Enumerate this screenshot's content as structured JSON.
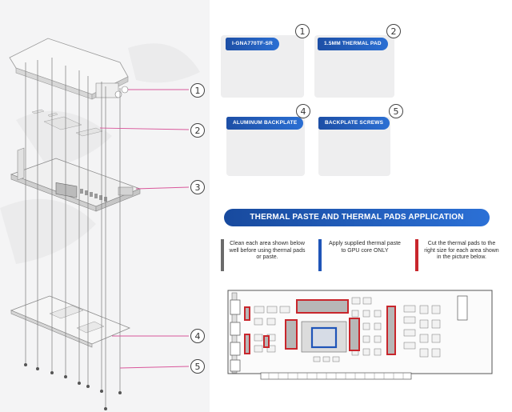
{
  "callouts": [
    "1",
    "2",
    "3",
    "4",
    "5"
  ],
  "parts": [
    {
      "num": "1",
      "title": "I-GNA770TF-SR"
    },
    {
      "num": "2",
      "title": "1.5MM THERMAL PAD"
    },
    {
      "num": "4",
      "title": "ALUMINUM BACKPLATE"
    },
    {
      "num": "5",
      "title": "BACKPLATE SCREWS"
    }
  ],
  "section_title": "THERMAL PASTE AND THERMAL PADS APPLICATION",
  "steps": [
    {
      "text": "Clean each area shown below well before using thermal pads or paste.",
      "color": "#6b6b6b"
    },
    {
      "text": "Apply supplied thermal paste to GPU core ONLY",
      "color": "#1f55b8"
    },
    {
      "text": "Cut the thermal pads to the right size for each area shown in the picture below.",
      "color": "#c8262c"
    }
  ],
  "colors": {
    "accent": "#1f55b8",
    "pad": "#c8262c",
    "paste": "#1f55b8",
    "guide_line": "#d9579b"
  }
}
